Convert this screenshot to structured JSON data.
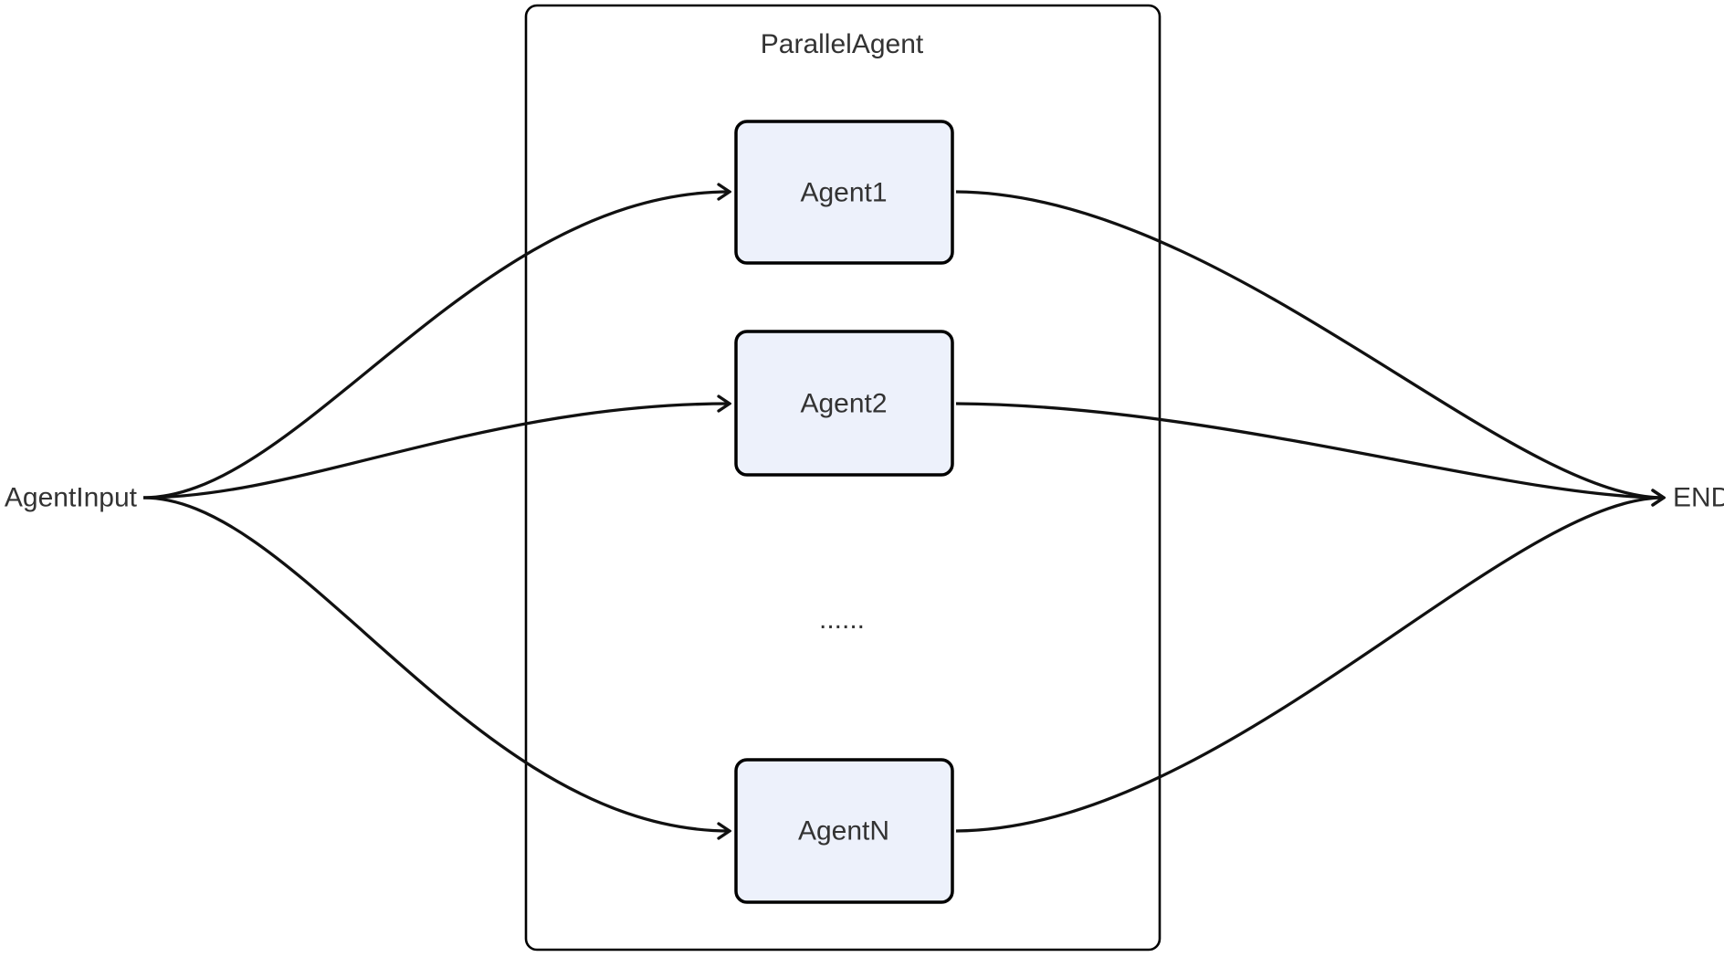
{
  "diagram": {
    "title": "ParallelAgent",
    "input_label": "AgentInput",
    "end_label": "END",
    "agents": [
      {
        "label": "Agent1"
      },
      {
        "label": "Agent2"
      },
      {
        "label": "AgentN"
      }
    ],
    "ellipsis": "......",
    "edges": [
      {
        "from": "AgentInput",
        "to": "Agent1"
      },
      {
        "from": "AgentInput",
        "to": "Agent2"
      },
      {
        "from": "AgentInput",
        "to": "AgentN"
      },
      {
        "from": "Agent1",
        "to": "END"
      },
      {
        "from": "Agent2",
        "to": "END"
      },
      {
        "from": "AgentN",
        "to": "END"
      }
    ],
    "colors": {
      "node_fill": "#edf1fb",
      "node_border": "#000000",
      "container_border": "#000000",
      "edge": "#111111",
      "text": "#333333",
      "background": "#ffffff"
    }
  }
}
